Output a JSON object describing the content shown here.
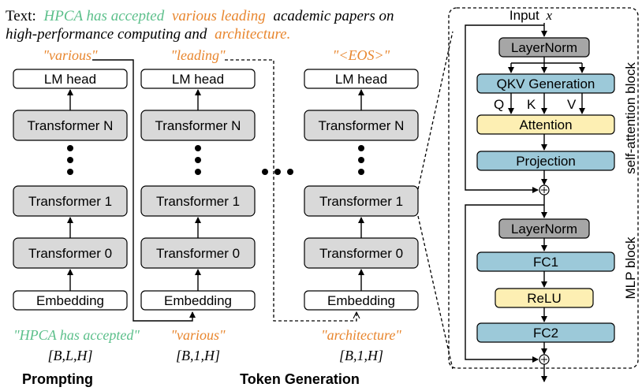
{
  "colors": {
    "green": "#5bbf8a",
    "orange": "#e8862e",
    "black": "#000000"
  },
  "caption": {
    "prefix": "Text:",
    "seg1": "HPCA has accepted",
    "seg2": "various leading",
    "seg3": "academic papers on",
    "line2a": "high-performance computing and",
    "line2b": "architecture."
  },
  "columns": {
    "col1": {
      "output_token": "\"various\"",
      "lm_head": "LM head",
      "transformer_n": "Transformer N",
      "transformer_1": "Transformer 1",
      "transformer_0": "Transformer 0",
      "embedding": "Embedding",
      "input_text": "\"HPCA has accepted\"",
      "shape": "[B,L,H]"
    },
    "col2": {
      "output_token": "\"leading\"",
      "lm_head": "LM head",
      "transformer_n": "Transformer N",
      "transformer_1": "Transformer 1",
      "transformer_0": "Transformer 0",
      "embedding": "Embedding",
      "input_text": "\"various\"",
      "shape": "[B,1,H]"
    },
    "col3": {
      "output_token": "\"<EOS>\"",
      "lm_head": "LM head",
      "transformer_n": "Transformer N",
      "transformer_1": "Transformer 1",
      "transformer_0": "Transformer 0",
      "embedding": "Embedding",
      "input_text": "\"architecture\"",
      "shape": "[B,1,H]"
    }
  },
  "phases": {
    "prompting": "Prompting",
    "token_generation": "Token Generation"
  },
  "detail": {
    "input_prefix": "Input",
    "input_var": "x",
    "layernorm1": "LayerNorm",
    "qkv": "QKV Generation",
    "q": "Q",
    "k": "K",
    "v": "V",
    "attention": "Attention",
    "projection": "Projection",
    "layernorm2": "LayerNorm",
    "fc1": "FC1",
    "relu": "ReLU",
    "fc2": "FC2",
    "self_attention_block": "self-attention block",
    "mlp_block": "MLP block"
  }
}
